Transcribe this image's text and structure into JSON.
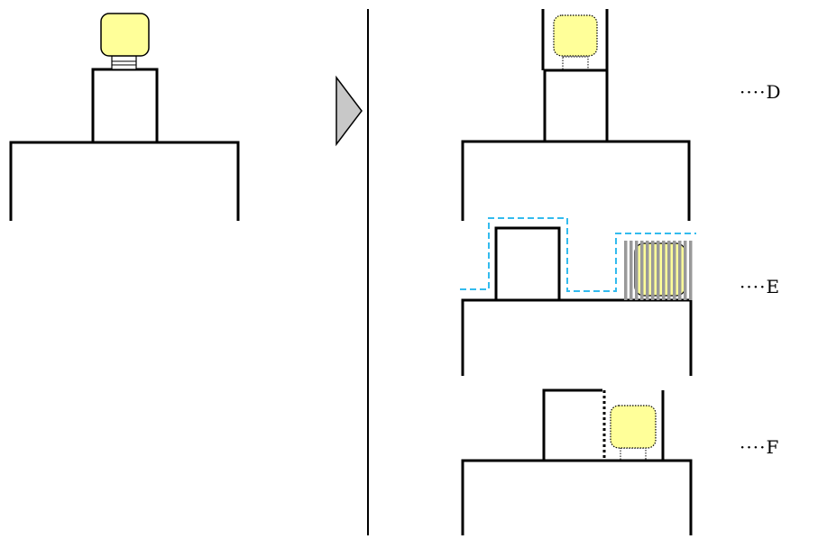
{
  "colors": {
    "stroke": "#000000",
    "fill_yellow": "#ffff99",
    "dash_cyan": "#33bbee",
    "stripe_gray": "#999999",
    "arrow_gray": "#c8c8c8"
  },
  "labels": {
    "d": {
      "dots": "····",
      "letter": "D"
    },
    "e": {
      "dots": "····",
      "letter": "E"
    },
    "f": {
      "dots": "····",
      "letter": "F"
    }
  }
}
